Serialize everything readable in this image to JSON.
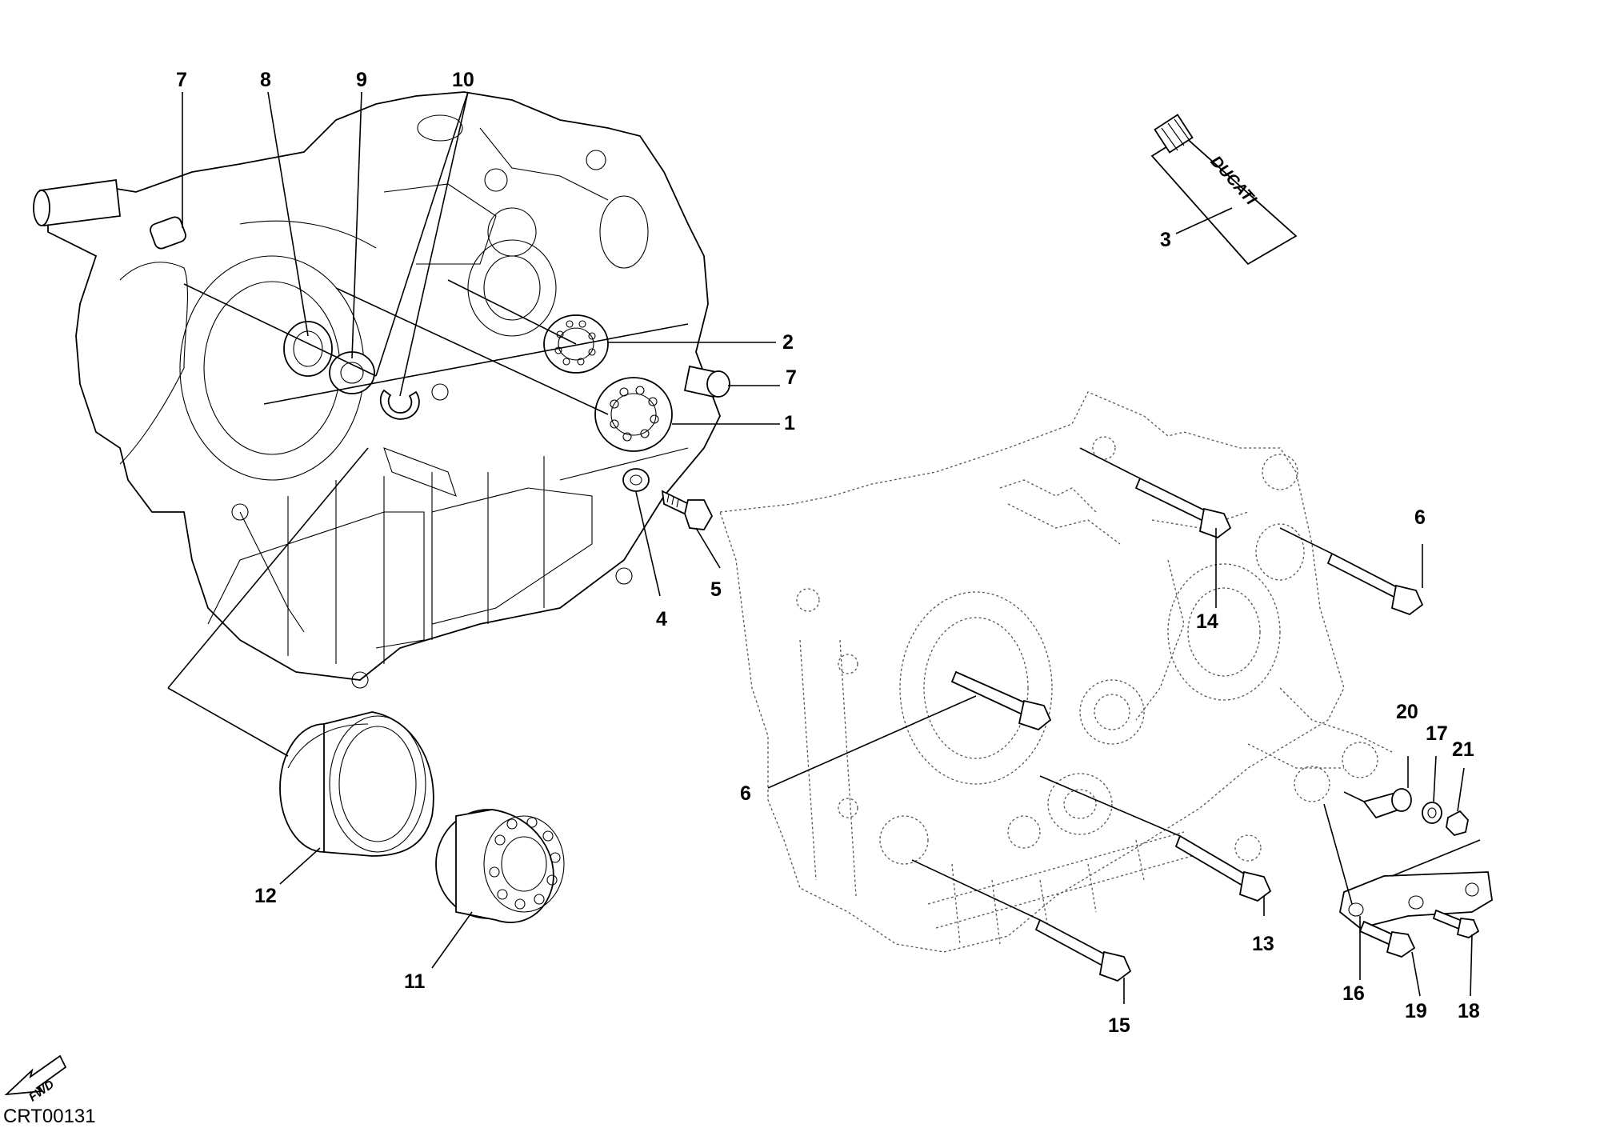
{
  "diagram_code": "CRT00131",
  "tube_brand": "DUCATI",
  "fwd_arrow_text": "FWD",
  "callouts": {
    "c1": "1",
    "c2": "2",
    "c3": "3",
    "c4": "4",
    "c5": "5",
    "c6a": "6",
    "c6b": "6",
    "c7a": "7",
    "c7b": "7",
    "c8": "8",
    "c9": "9",
    "c10": "10",
    "c11": "11",
    "c12": "12",
    "c13": "13",
    "c14": "14",
    "c15": "15",
    "c16": "16",
    "c17": "17",
    "c18": "18",
    "c19": "19",
    "c20": "20",
    "c21": "21"
  }
}
